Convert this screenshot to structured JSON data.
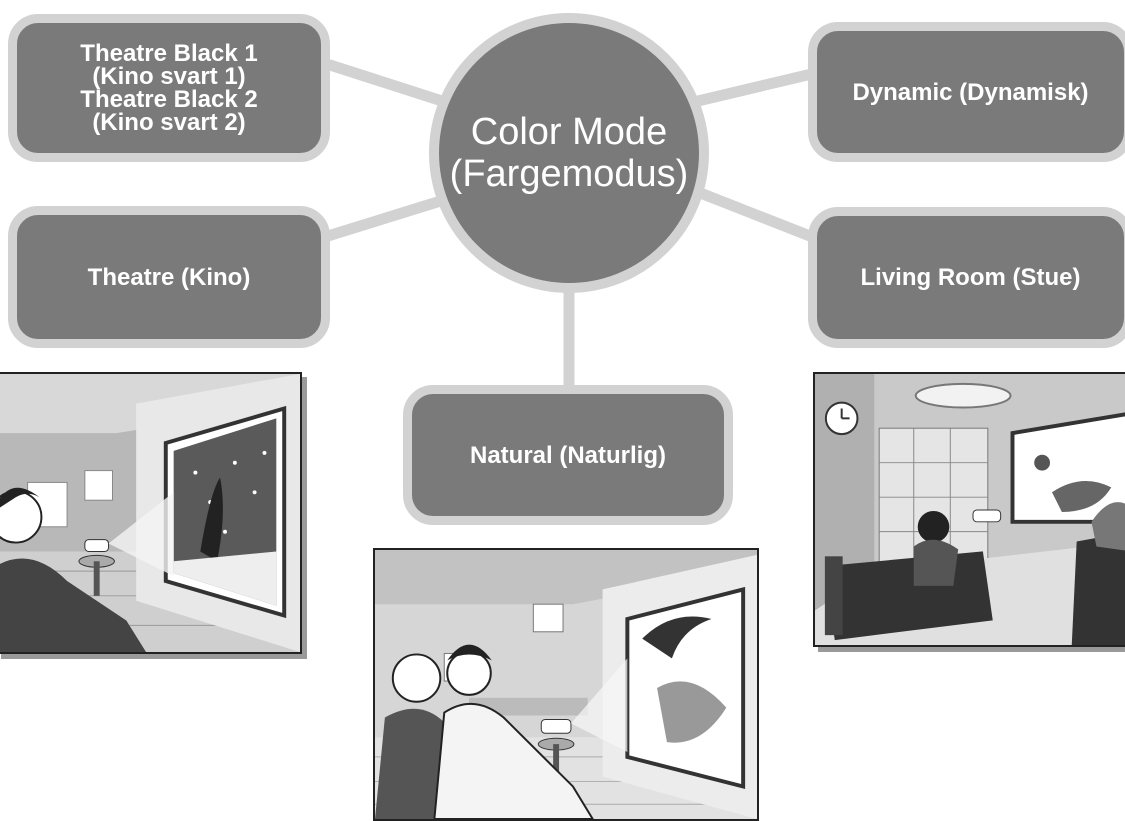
{
  "hub": {
    "line1": "Color Mode",
    "line2": "(Fargemodus)"
  },
  "modes": {
    "theatre_black": [
      "Theatre Black 1",
      "(Kino svart 1)",
      "Theatre Black 2",
      "(Kino svart 2)"
    ],
    "dynamic": "Dynamic (Dynamisk)",
    "theatre": "Theatre (Kino)",
    "living_room": "Living Room (Stue)",
    "natural": "Natural (Naturlig)"
  },
  "colors": {
    "box_fill": "#7a7a7a",
    "box_border": "#d2d2d2",
    "connector": "#d2d2d2"
  }
}
